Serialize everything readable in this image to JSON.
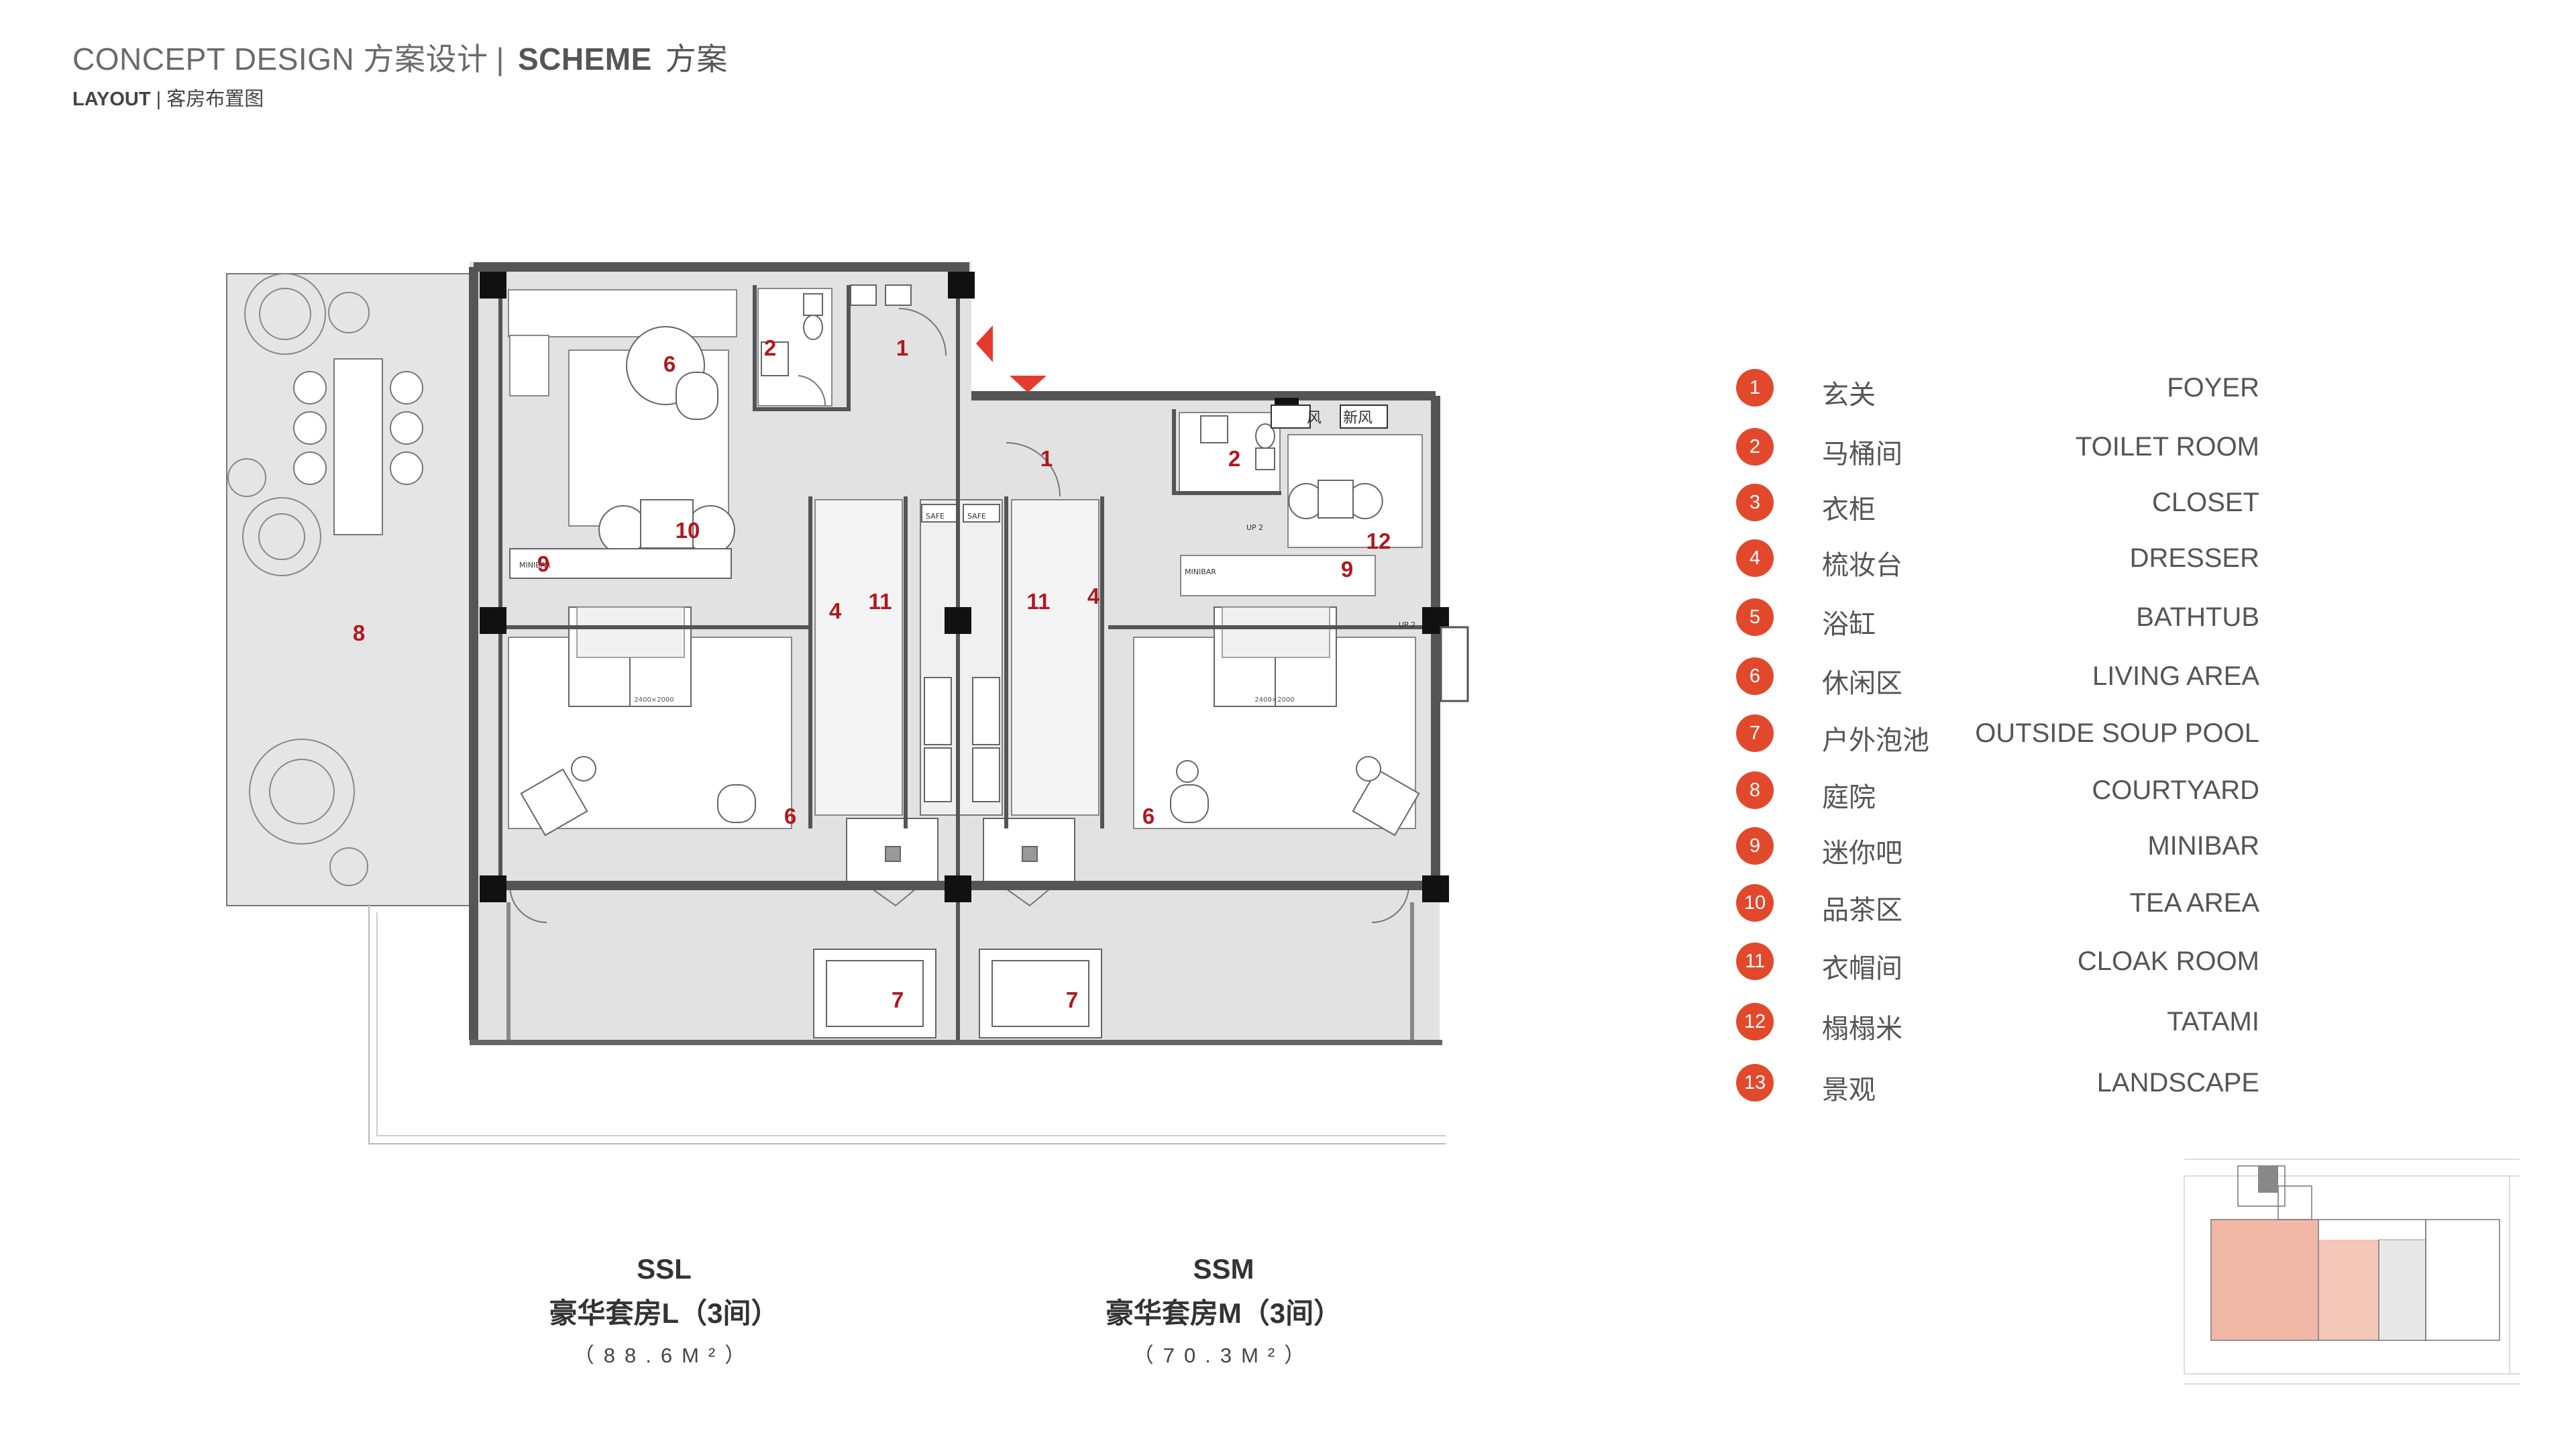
{
  "header": {
    "concept": "CONCEPT DESIGN 方案设计",
    "separator": "|",
    "scheme": "SCHEME",
    "scheme_cn": "方案",
    "layout": "LAYOUT",
    "layout_cn": "| 客房布置图"
  },
  "plan_labels": {
    "foyer_a": "1",
    "foyer_b": "1",
    "toilet_a": "2",
    "toilet_b": "2",
    "dresser_a": "4",
    "dresser_b": "4",
    "living_a": "6",
    "living_b": "6",
    "living_c": "6",
    "pool_a": "7",
    "pool_b": "7",
    "courtyard": "8",
    "minibar_a": "9",
    "minibar_b": "9",
    "tea": "10",
    "cloak_a": "11",
    "cloak_b": "11",
    "tatami": "12",
    "bed_dim_a": "2400×2000",
    "bed_dim_b": "2400×2000",
    "safe_a": "SAFE",
    "safe_b": "SAFE",
    "up_a": "UP 2",
    "up_b": "UP 2",
    "minibar_text_a": "MINIBAR",
    "minibar_text_b": "MINIBAR",
    "fan_a": "新风",
    "fan_b": "风"
  },
  "legend": [
    {
      "num": "1",
      "cn": "玄关",
      "en": "FOYER"
    },
    {
      "num": "2",
      "cn": "马桶间",
      "en": "TOILET ROOM"
    },
    {
      "num": "3",
      "cn": "衣柜",
      "en": "CLOSET"
    },
    {
      "num": "4",
      "cn": "梳妆台",
      "en": "DRESSER"
    },
    {
      "num": "5",
      "cn": "浴缸",
      "en": "BATHTUB"
    },
    {
      "num": "6",
      "cn": "休闲区",
      "en": "LIVING AREA"
    },
    {
      "num": "7",
      "cn": "户外泡池",
      "en": "OUTSIDE SOUP POOL"
    },
    {
      "num": "8",
      "cn": "庭院",
      "en": "COURTYARD"
    },
    {
      "num": "9",
      "cn": "迷你吧",
      "en": "MINIBAR"
    },
    {
      "num": "10",
      "cn": "品茶区",
      "en": "TEA AREA"
    },
    {
      "num": "11",
      "cn": "衣帽间",
      "en": "CLOAK ROOM"
    },
    {
      "num": "12",
      "cn": "榻榻米",
      "en": "TATAMI"
    },
    {
      "num": "13",
      "cn": "景观",
      "en": "LANDSCAPE"
    }
  ],
  "rooms": [
    {
      "code": "SSL",
      "name": "豪华套房L（3间）",
      "area": "（88.6M²）"
    },
    {
      "code": "SSM",
      "name": "豪华套房M（3间）",
      "area": "（70.3M²）"
    }
  ],
  "colors": {
    "accent": "#e2492c",
    "label": "#b0181e",
    "floor": "#e3e3e3",
    "wall": "#555555",
    "highlight": "#f1b8a8"
  }
}
